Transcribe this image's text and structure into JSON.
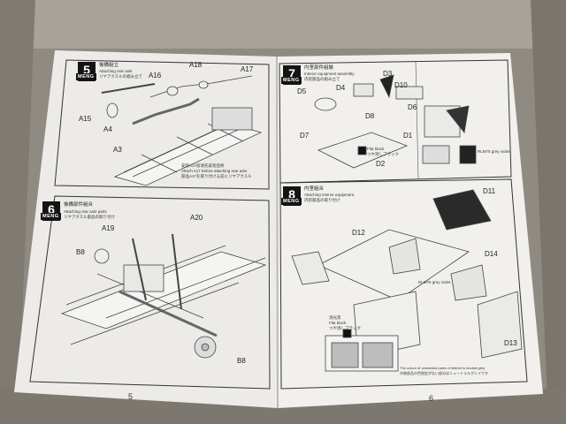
{
  "left_page": {
    "page_number": "5",
    "step5": {
      "number": "5",
      "brand": "MENG",
      "title_jp": "後橋組立",
      "title_en": "Attaching rear axle",
      "subtitle_jp": "リヤアクスルの組み立て",
      "parts": [
        "A16",
        "A18",
        "A17",
        "A15",
        "A4",
        "A3"
      ],
      "note_jp": "安装A17前请先安装后桥",
      "note_en": "Attach A17 before attaching rear axle.",
      "note_jp2": "部品A17を取り付ける前にリヤアクスル"
    },
    "step6": {
      "number": "6",
      "brand": "MENG",
      "title_jp": "後橋部件組合",
      "title_en": "Attaching rear axle parts",
      "subtitle_jp": "リヤアクスル部品の取り付け",
      "parts": [
        "A19",
        "A20",
        "B8",
        "B8"
      ]
    }
  },
  "right_page": {
    "page_number": "6",
    "step7": {
      "number": "7",
      "brand": "MENG",
      "title_jp": "内室部件組裝",
      "title_en": "Interior equipment assembly",
      "subtitle_jp": "内装部品の組み立て",
      "parts": [
        "D3",
        "D4",
        "D10",
        "D5",
        "D8",
        "D6",
        "D7",
        "D1",
        "D2"
      ],
      "paint_label": "Flat black",
      "paint_label_jp": "つや消しブラック",
      "paint_label2": "RLM75 grey violet"
    },
    "step8": {
      "number": "8",
      "brand": "MENG",
      "title_jp": "内室組合",
      "title_en": "Attaching interior equipment",
      "subtitle_jp": "内装部品の取り付け",
      "parts": [
        "D11",
        "D12",
        "D14",
        "D13"
      ],
      "paint_label": "Flat black",
      "paint_label_jp": "つや消しブラック",
      "paint_cn": "消光黑",
      "paint_label2": "RLM75 grey violet",
      "footnote_en": "The colour of unmarked parts of interior is neutral grey",
      "footnote_jp": "内装部品の色指定がない部分はニュートラルグレイです"
    }
  }
}
